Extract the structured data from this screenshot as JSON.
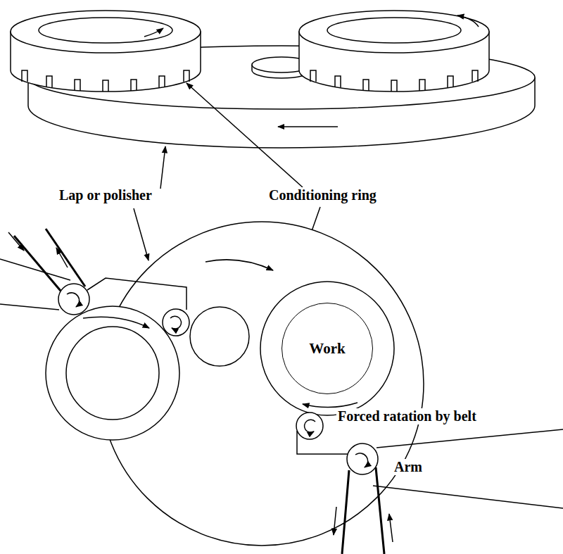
{
  "diagram": {
    "nodes": [
      {
        "text": [
          "Work"
        ]
      }
    ],
    "labels": [
      "Lap or polisher",
      "Conditioning ring",
      "Forced ratation by belt",
      "Arm"
    ]
  }
}
